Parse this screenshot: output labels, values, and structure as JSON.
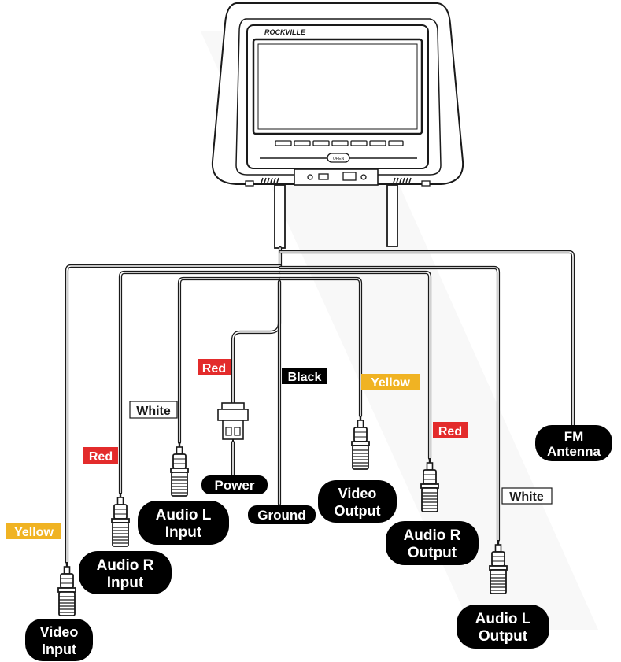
{
  "device": {
    "brand": "ROCKVILLE",
    "open_button": "OPEN"
  },
  "colors": {
    "red": "#e32b2b",
    "yellow": "#f0b323",
    "black": "#000000",
    "white": "#ffffff"
  },
  "connectors": {
    "video_input": {
      "line1": "Video",
      "line2": "Input",
      "color_tag": "Yellow"
    },
    "audio_r_input": {
      "line1": "Audio R",
      "line2": "Input",
      "color_tag": "Red"
    },
    "audio_l_input": {
      "line1": "Audio L",
      "line2": "Input",
      "color_tag": "White"
    },
    "power": {
      "label": "Power",
      "color_tag": "Red"
    },
    "ground": {
      "label": "Ground",
      "color_tag": "Black"
    },
    "video_output": {
      "line1": "Video",
      "line2": "Output",
      "color_tag": "Yellow"
    },
    "audio_r_output": {
      "line1": "Audio R",
      "line2": "Output",
      "color_tag": "Red"
    },
    "audio_l_output": {
      "line1": "Audio L",
      "line2": "Output",
      "color_tag": "White"
    },
    "fm_antenna": {
      "line1": "FM",
      "line2": "Antenna"
    }
  }
}
